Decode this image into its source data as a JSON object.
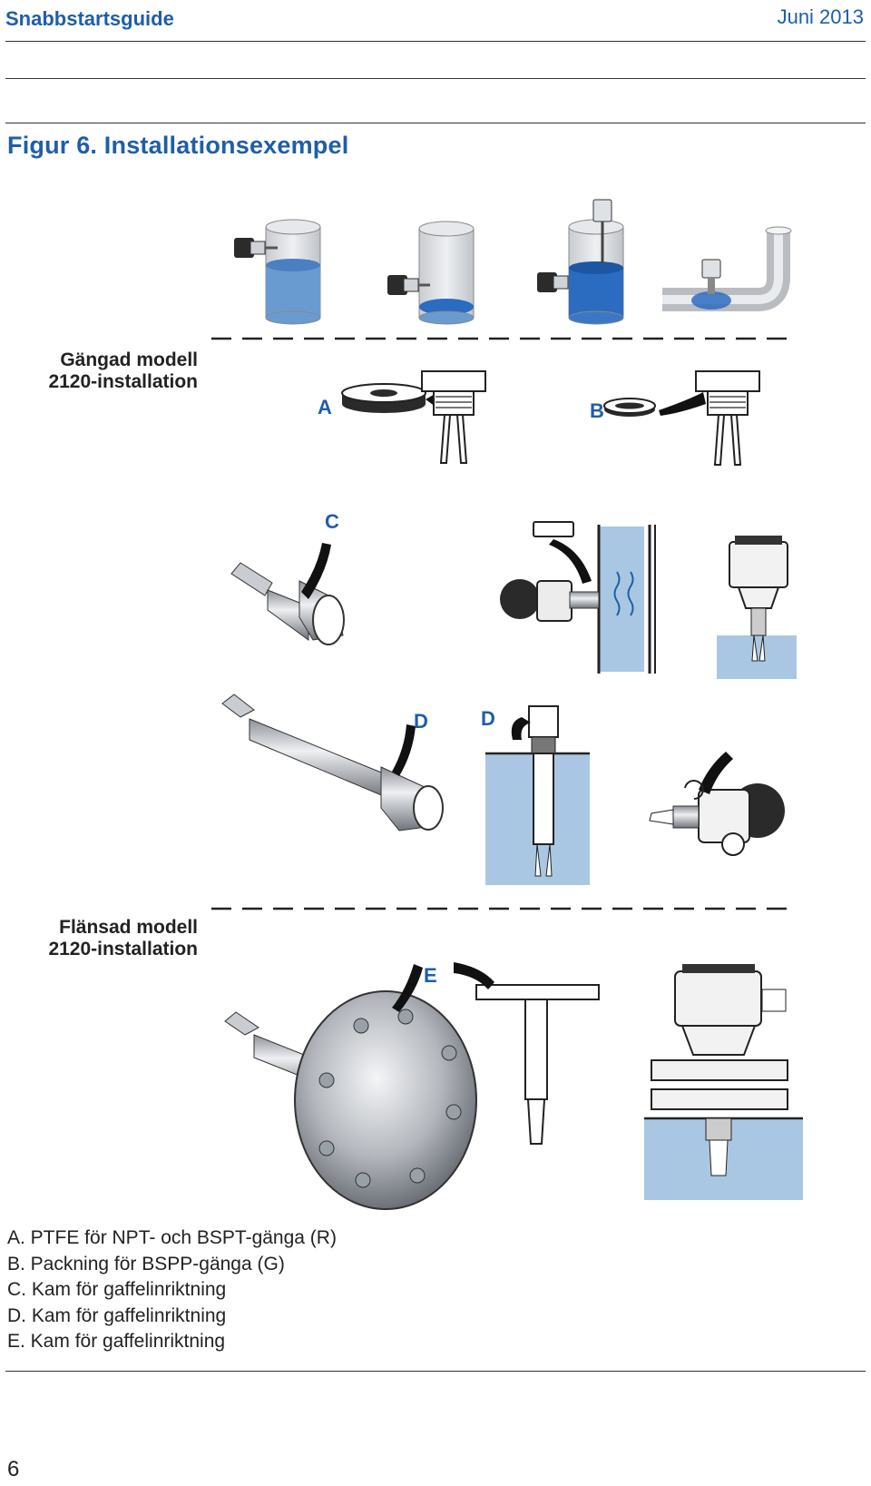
{
  "header": {
    "left": "Snabbstartsguide",
    "right": "Juni 2013"
  },
  "figure": {
    "title": "Figur 6.  Installationsexempel"
  },
  "sections": {
    "threaded": {
      "line1": "Gängad modell",
      "line2": "2120-installation"
    },
    "flanged": {
      "line1": "Flänsad modell",
      "line2": "2120-installation"
    }
  },
  "callouts": {
    "A": "A",
    "B": "B",
    "C": "C",
    "D1": "D",
    "D2": "D",
    "E": "E"
  },
  "legend": [
    "A. PTFE för NPT- och BSPT-gänga (R)",
    "B. Packning för BSPP-gänga (G)",
    "C. Kam för gaffelinriktning",
    "D. Kam för gaffelinriktning",
    "E. Kam för gaffelinriktning"
  ],
  "page_number": "6",
  "colors": {
    "brand_blue": "#1f5ea8",
    "liquid": "#4a88c7",
    "liquid_light": "#a9c7e3",
    "metal": "#b8bcc2"
  }
}
